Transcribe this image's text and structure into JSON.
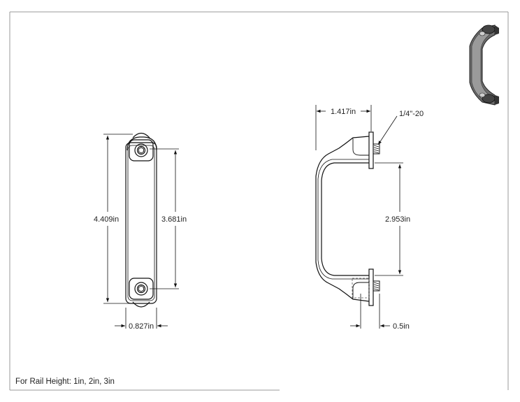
{
  "dimensions": {
    "overall_height": "4.409in",
    "hole_spacing": "3.681in",
    "width": "0.827in",
    "depth": "1.417in",
    "thread": "1/4\"-20",
    "grip_clearance": "2.953in",
    "stud_length": "0.5in"
  },
  "note": "For Rail Height: 1in, 2in, 3in"
}
